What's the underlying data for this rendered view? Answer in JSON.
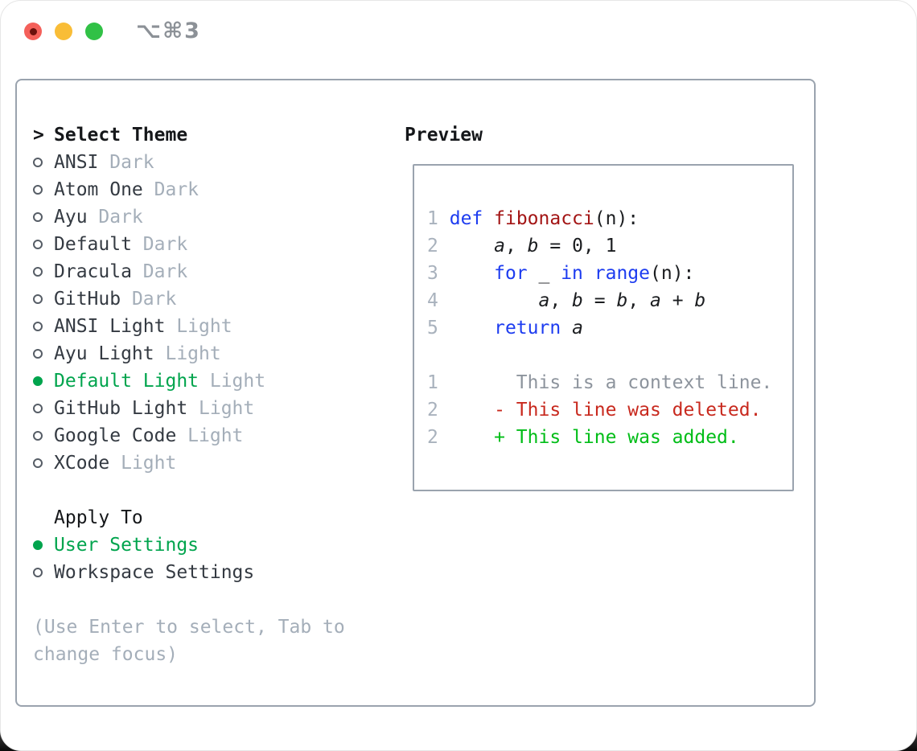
{
  "window": {
    "title": "⌥⌘3"
  },
  "colors": {
    "accent_green": "#00a44d",
    "keyword_blue": "#1d3cf0",
    "function_red": "#a31515",
    "diff_deleted": "#c8291e",
    "diff_added": "#00bd17",
    "context_gray": "#8d949d",
    "muted_gray": "#a4aeb9",
    "border_gray": "#9aa3ae",
    "line_number_gray": "#a9b2bd",
    "code_plain": "#1b1d20",
    "name_gray": "#343a42",
    "ring_gray": "#565d66",
    "header_black": "#15171a",
    "title_gray": "#8c9197",
    "traffic_red": "#f4605a",
    "traffic_yellow": "#f9bd37",
    "traffic_green": "#31c146"
  },
  "theme_picker": {
    "prompt": ">",
    "title": "Select Theme",
    "items": [
      {
        "name": "ANSI",
        "variant": "Dark",
        "selected": false
      },
      {
        "name": "Atom One",
        "variant": "Dark",
        "selected": false
      },
      {
        "name": "Ayu",
        "variant": "Dark",
        "selected": false
      },
      {
        "name": "Default",
        "variant": "Dark",
        "selected": false
      },
      {
        "name": "Dracula",
        "variant": "Dark",
        "selected": false
      },
      {
        "name": "GitHub",
        "variant": "Dark",
        "selected": false
      },
      {
        "name": "ANSI Light",
        "variant": "Light",
        "selected": false
      },
      {
        "name": "Ayu Light",
        "variant": "Light",
        "selected": false
      },
      {
        "name": "Default Light",
        "variant": "Light",
        "selected": true
      },
      {
        "name": "GitHub Light",
        "variant": "Light",
        "selected": false
      },
      {
        "name": "Google Code",
        "variant": "Light",
        "selected": false
      },
      {
        "name": "XCode",
        "variant": "Light",
        "selected": false
      }
    ]
  },
  "apply_to": {
    "title": "Apply To",
    "options": [
      {
        "label": "User Settings",
        "selected": true
      },
      {
        "label": "Workspace Settings",
        "selected": false
      }
    ]
  },
  "help_text": "(Use Enter to select, Tab to change focus)",
  "preview": {
    "title": "Preview",
    "lines": [
      {
        "num": "1",
        "segs": [
          {
            "t": " "
          },
          {
            "t": "def",
            "c": "kw"
          },
          {
            "t": " "
          },
          {
            "t": "fibonacci",
            "c": "fn"
          },
          {
            "t": "(n):"
          }
        ]
      },
      {
        "num": "2",
        "segs": [
          {
            "t": "     "
          },
          {
            "t": "a",
            "c": "var"
          },
          {
            "t": ", "
          },
          {
            "t": "b",
            "c": "var"
          },
          {
            "t": " = 0, 1"
          }
        ]
      },
      {
        "num": "3",
        "segs": [
          {
            "t": "     "
          },
          {
            "t": "for",
            "c": "kw"
          },
          {
            "t": " _ "
          },
          {
            "t": "in",
            "c": "kw"
          },
          {
            "t": " "
          },
          {
            "t": "range",
            "c": "kw"
          },
          {
            "t": "(n):"
          }
        ]
      },
      {
        "num": "4",
        "segs": [
          {
            "t": "         "
          },
          {
            "t": "a",
            "c": "var"
          },
          {
            "t": ", "
          },
          {
            "t": "b",
            "c": "var"
          },
          {
            "t": " = "
          },
          {
            "t": "b",
            "c": "var"
          },
          {
            "t": ", "
          },
          {
            "t": "a",
            "c": "var"
          },
          {
            "t": " + "
          },
          {
            "t": "b",
            "c": "var"
          }
        ]
      },
      {
        "num": "5",
        "segs": [
          {
            "t": "     "
          },
          {
            "t": "return",
            "c": "kw"
          },
          {
            "t": " "
          },
          {
            "t": "a",
            "c": "var"
          }
        ]
      },
      {
        "num": "",
        "segs": []
      },
      {
        "num": "1",
        "segs": [
          {
            "t": "       This is a context line.",
            "c": "ctx"
          }
        ]
      },
      {
        "num": "2",
        "segs": [
          {
            "t": "     - This line was deleted.",
            "c": "del"
          }
        ]
      },
      {
        "num": "2",
        "segs": [
          {
            "t": "     + This line was added.",
            "c": "add"
          }
        ]
      }
    ]
  }
}
